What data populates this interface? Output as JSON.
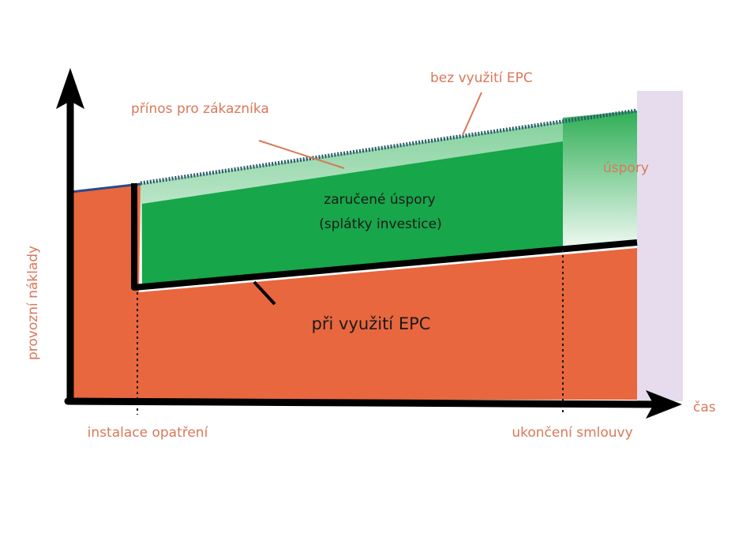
{
  "axes": {
    "y_label": "provozní náklady",
    "x_label": "čas"
  },
  "labels": {
    "benefit": "přínos pro zákazníka",
    "without_epc": "bez využití EPC",
    "savings": "úspory",
    "guaranteed_line1": "zaručené úspory",
    "guaranteed_line2": "(splátky investice)",
    "with_epc": "při využití EPC",
    "installation": "instalace opatření",
    "contract_end": "ukončení smlouvy"
  },
  "colors": {
    "cost_area": "#e8673f",
    "guaranteed_savings": "#17a64a",
    "customer_benefit": "#b9e3c6",
    "after_contract": "#e6dced",
    "axis": "#000000",
    "label_text": "#d9785a",
    "baseline": "#2c4a86"
  }
}
